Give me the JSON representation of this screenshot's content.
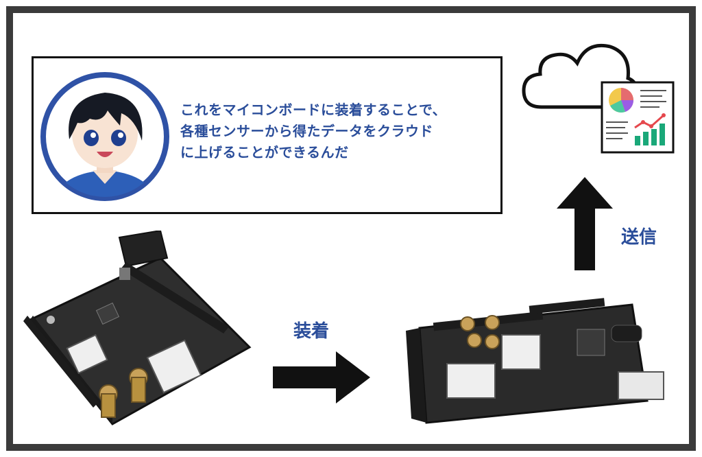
{
  "speech": {
    "lines": [
      "これをマイコンボードに装着することで、",
      "各種センサーから得たデータをクラウド",
      "に上げることができるんだ"
    ]
  },
  "labels": {
    "attach": "装着",
    "send": "送信"
  },
  "colors": {
    "text_blue": "#2a4d9a",
    "avatar_ring": "#2f52a6",
    "frame": "#3b3b3b",
    "board": "#2b2b2b"
  },
  "icons": [
    "cloud-icon",
    "report-document-icon",
    "arrow-right-icon",
    "arrow-up-icon",
    "character-avatar"
  ]
}
